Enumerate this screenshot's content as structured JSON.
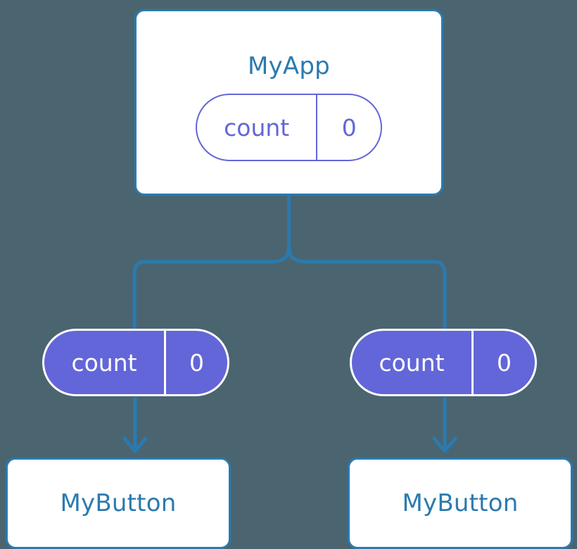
{
  "diagram": {
    "title": "React component tree with state propagation",
    "type": "component-tree",
    "colors": {
      "background": "#4a6570",
      "accent_blue": "#2a7ab0",
      "state_purple": "#6366d8",
      "surface_white": "#ffffff"
    }
  },
  "root": {
    "name": "MyApp",
    "state": {
      "key": "count",
      "value": "0"
    }
  },
  "children": [
    {
      "id": "left",
      "prop": {
        "key": "count",
        "value": "0"
      },
      "component": {
        "name": "MyButton"
      }
    },
    {
      "id": "right",
      "prop": {
        "key": "count",
        "value": "0"
      },
      "component": {
        "name": "MyButton"
      }
    }
  ],
  "icons": {
    "arrow_down": "arrow-down-icon",
    "branch": "tree-branch-icon"
  }
}
